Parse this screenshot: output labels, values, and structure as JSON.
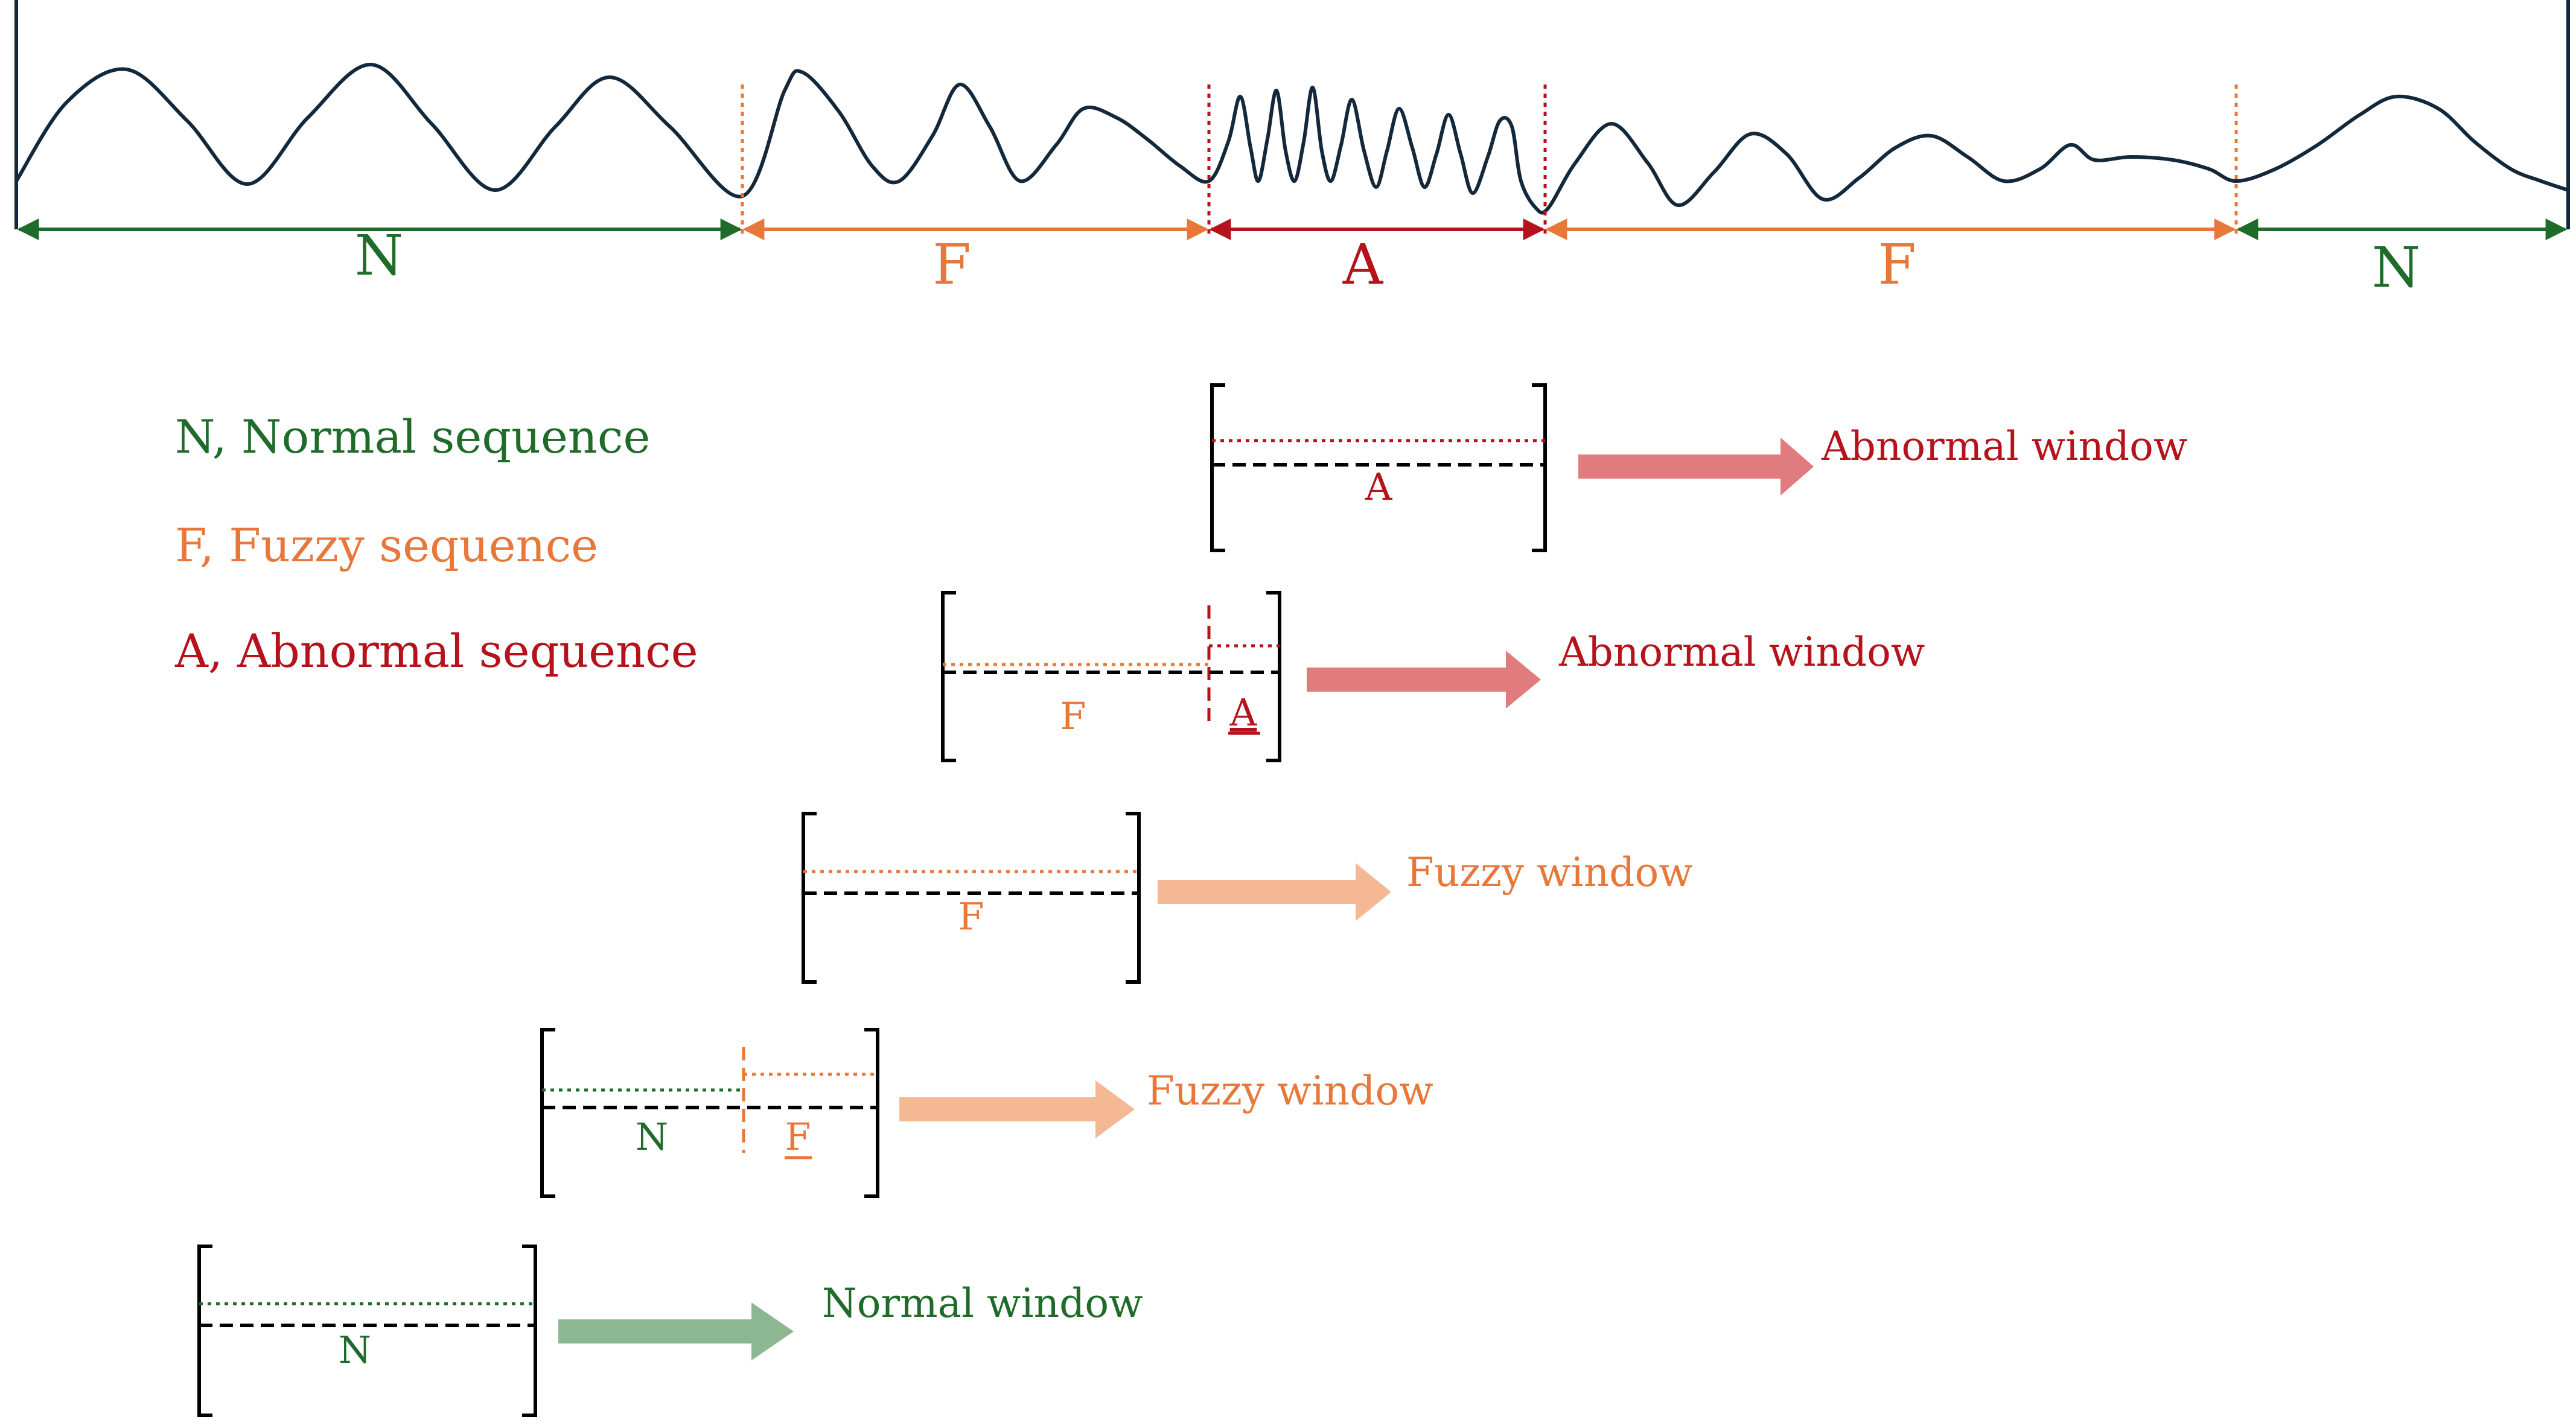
{
  "colors": {
    "normal": "#1f6b2a",
    "fuzzy": "#e8783a",
    "abnormal": "#b5121b",
    "signal": "#13283a",
    "arrow_abnormal": "#e07b7e",
    "arrow_fuzzy": "#f4b895",
    "arrow_normal": "#8db791"
  },
  "segments": [
    {
      "code": "N",
      "kind": "normal"
    },
    {
      "code": "F",
      "kind": "fuzzy"
    },
    {
      "code": "A",
      "kind": "abnormal"
    },
    {
      "code": "F",
      "kind": "fuzzy"
    },
    {
      "code": "N",
      "kind": "normal"
    }
  ],
  "legend": [
    {
      "text": "N, Normal sequence",
      "kind": "normal"
    },
    {
      "text": "F, Fuzzy sequence",
      "kind": "fuzzy"
    },
    {
      "text": "A, Abnormal sequence",
      "kind": "abnormal"
    }
  ],
  "windows": [
    {
      "label": "Abnormal window",
      "kind": "abnormal",
      "parts": [
        {
          "code": "A",
          "kind": "abnormal"
        }
      ]
    },
    {
      "label": "Abnormal window",
      "kind": "abnormal",
      "parts": [
        {
          "code": "F",
          "kind": "fuzzy"
        },
        {
          "code": "A",
          "kind": "abnormal"
        }
      ]
    },
    {
      "label": "Fuzzy window",
      "kind": "fuzzy",
      "parts": [
        {
          "code": "F",
          "kind": "fuzzy"
        }
      ]
    },
    {
      "label": "Fuzzy window",
      "kind": "fuzzy",
      "parts": [
        {
          "code": "N",
          "kind": "normal"
        },
        {
          "code": "F",
          "kind": "fuzzy"
        }
      ]
    },
    {
      "label": "Normal window",
      "kind": "normal",
      "parts": [
        {
          "code": "N",
          "kind": "normal"
        }
      ]
    }
  ]
}
